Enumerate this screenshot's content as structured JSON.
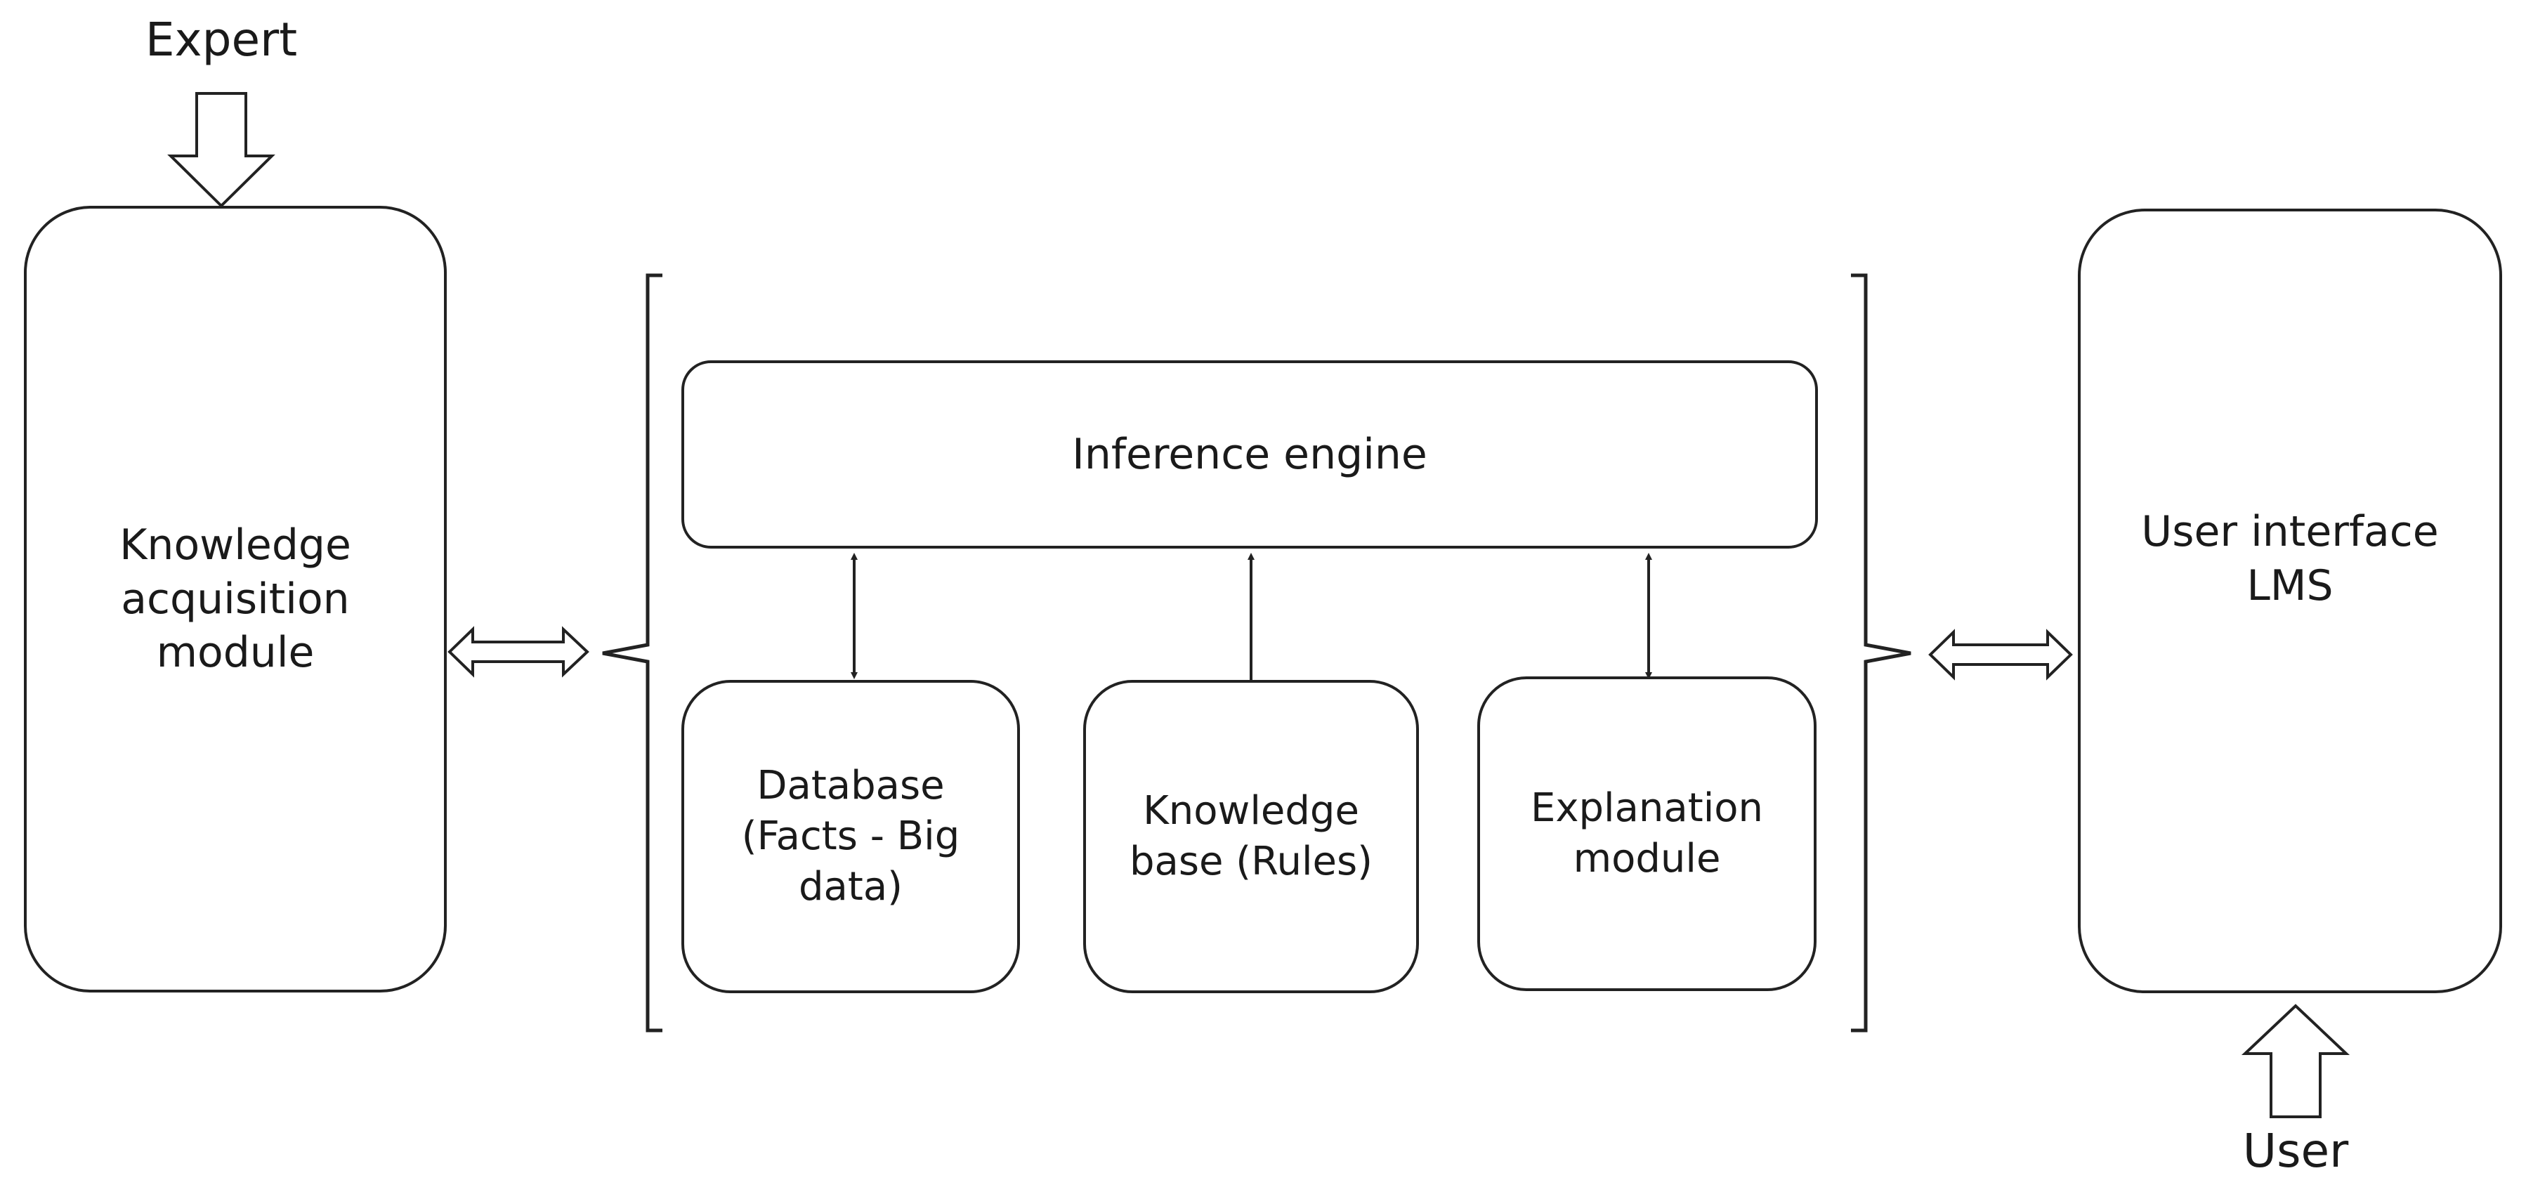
{
  "labels": {
    "expert": "Expert",
    "user": "User"
  },
  "boxes": {
    "knowledge_acquisition": "Knowledge\nacquisition\nmodule",
    "inference_engine": "Inference  engine",
    "database": "Database\n(Facts - Big\ndata)",
    "knowledge_base": "Knowledge\nbase (Rules)",
    "explanation": "Explanation\nmodule",
    "user_interface": "User interface\nLMS"
  },
  "colors": {
    "stroke": "#222222",
    "background": "#ffffff"
  }
}
